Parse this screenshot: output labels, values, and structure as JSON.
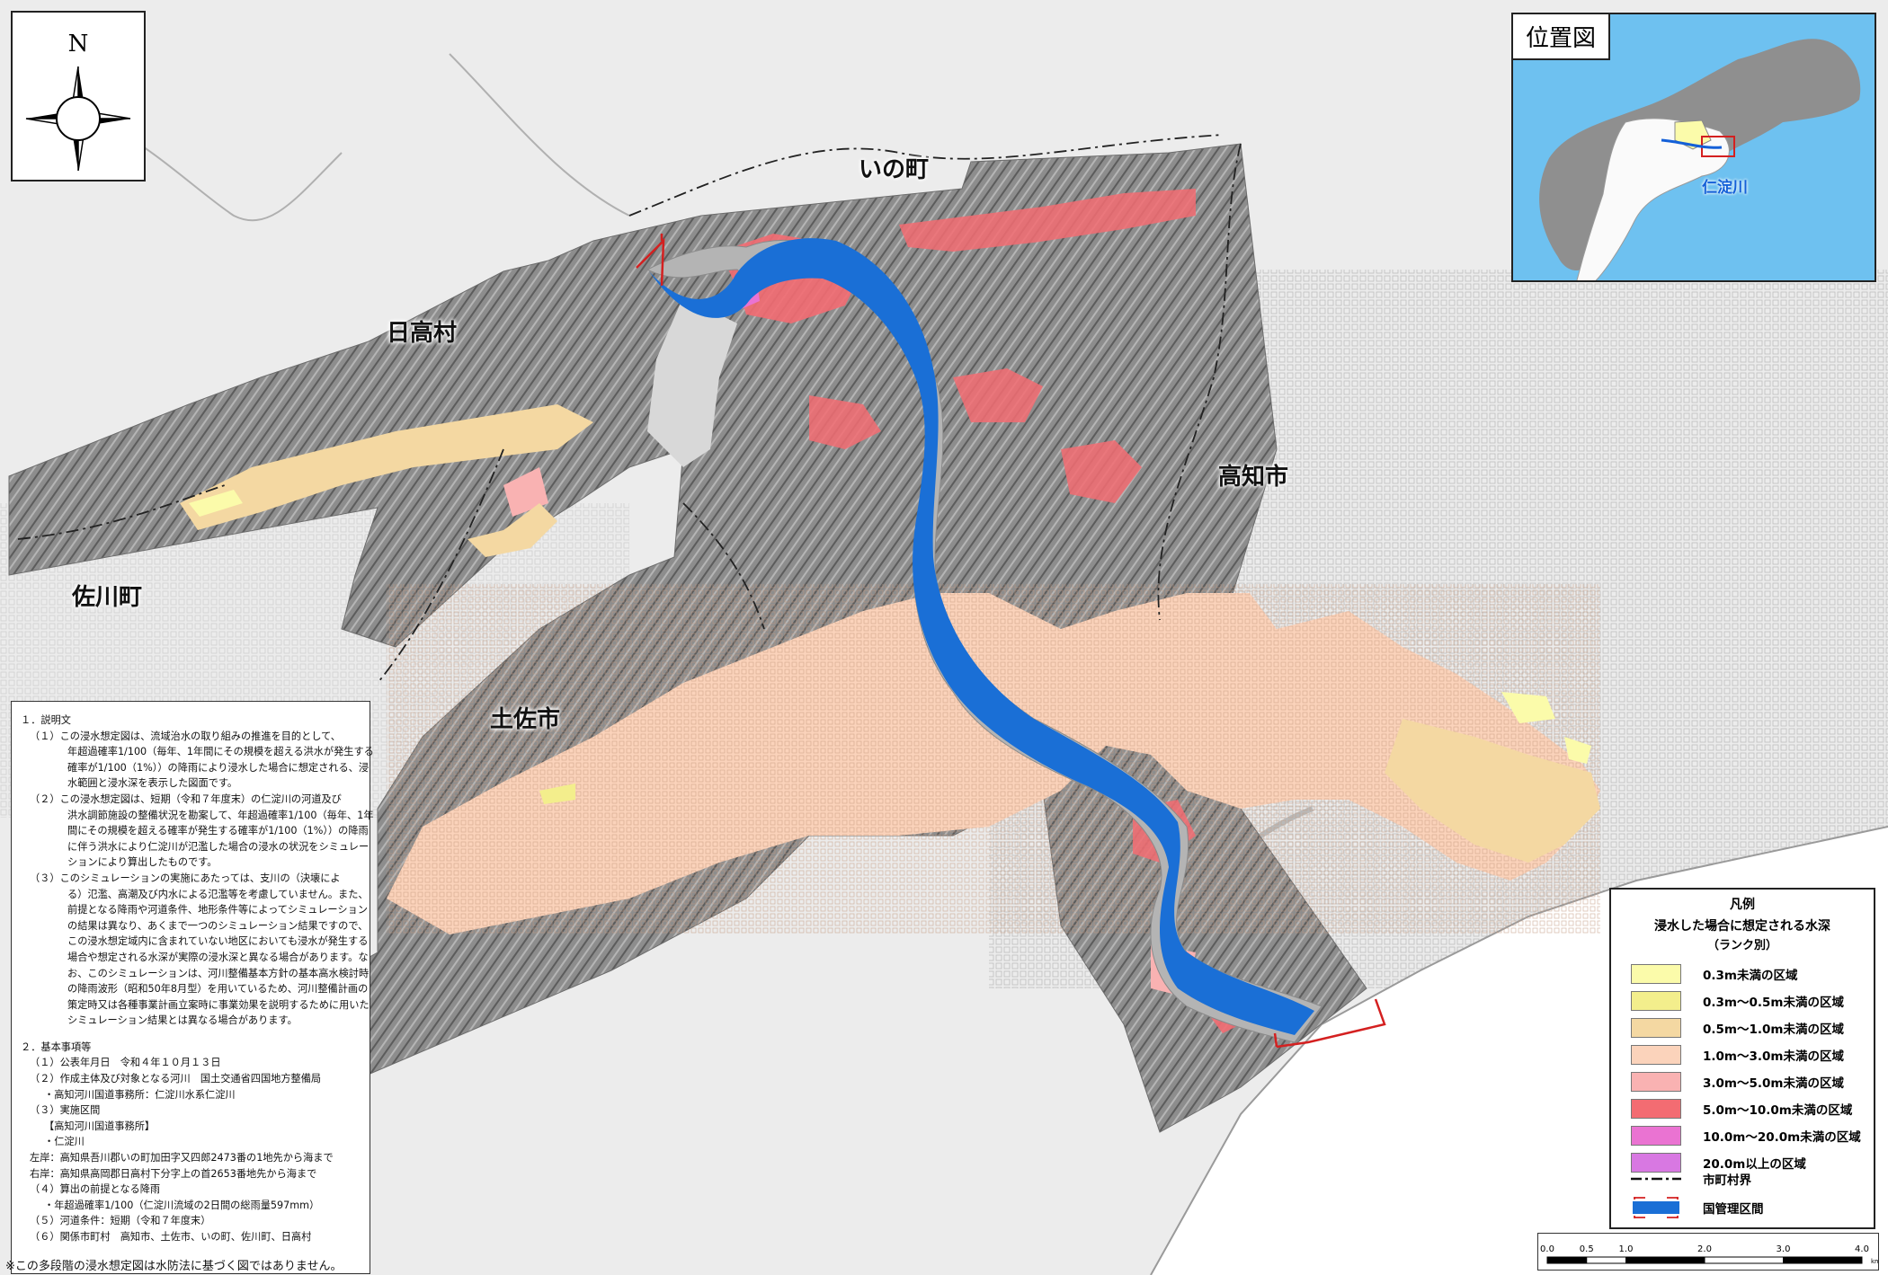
{
  "colors": {
    "base_map": "#ececec",
    "hillshade": "#8e8e8e",
    "river_blue": "#1a6fd6",
    "sea": "#ffffff",
    "boundary_red": "#d42020"
  },
  "place_labels": {
    "ino": "いの町",
    "hidaka": "日高村",
    "kochi": "高知市",
    "sakawa": "佐川町",
    "tosa": "土佐市"
  },
  "north_arrow": {
    "letter": "N",
    "icon": "compass-rose-icon"
  },
  "inset": {
    "title": "位置図",
    "river_label": "仁淀川"
  },
  "legend": {
    "title": "凡例",
    "subtitle": "浸水した場合に想定される水深",
    "subtitle2": "（ランク別）",
    "items": [
      {
        "label": "0.3m未満の区域",
        "color": "#fbfbaa"
      },
      {
        "label": "0.3m～0.5m未満の区域",
        "color": "#f3ee8c"
      },
      {
        "label": "0.5m～1.0m未満の区域",
        "color": "#f4d8a2"
      },
      {
        "label": "1.0m～3.0m未満の区域",
        "color": "#fbd3bb"
      },
      {
        "label": "3.0m～5.0m未満の区域",
        "color": "#f9b2b2"
      },
      {
        "label": "5.0m～10.0m未満の区域",
        "color": "#f36c72"
      },
      {
        "label": "10.0m～20.0m未満の区域",
        "color": "#ea73d2"
      },
      {
        "label": "20.0m以上の区域",
        "color": "#d878e2"
      }
    ],
    "boundary_label": "市町村界",
    "managed_label": "国管理区間"
  },
  "scale_bar": {
    "ticks": [
      "0.0",
      "0.5",
      "1.0",
      "2.0",
      "3.0",
      "4.0"
    ],
    "unit": "km"
  },
  "notes": {
    "lines": [
      {
        "text": "１．説明文",
        "indent": 0
      },
      {
        "text": "（１）この浸水想定図は、流域治水の取り組みの推進を目的として、",
        "indent": 1
      },
      {
        "text": "年超過確率1/100（毎年、1年間にその規模を超える洪水が発生する",
        "indent": 2
      },
      {
        "text": "確率が1/100（1%））の降雨により浸水した場合に想定される、浸",
        "indent": 2
      },
      {
        "text": "水範囲と浸水深を表示した図面です。",
        "indent": 2
      },
      {
        "text": "（２）この浸水想定図は、短期（令和７年度末）の仁淀川の河道及び",
        "indent": 1
      },
      {
        "text": "洪水調節施設の整備状況を勘案して、年超過確率1/100（毎年、1年",
        "indent": 2
      },
      {
        "text": "間にその規模を超える確率が発生する確率が1/100（1%））の降雨",
        "indent": 2
      },
      {
        "text": "に伴う洪水により仁淀川が氾濫した場合の浸水の状況をシミュレー",
        "indent": 2
      },
      {
        "text": "ションにより算出したものです。",
        "indent": 2
      },
      {
        "text": "（３）このシミュレーションの実施にあたっては、支川の（決壊によ",
        "indent": 1
      },
      {
        "text": "る）氾濫、高潮及び内水による氾濫等を考慮していません。また、",
        "indent": 2
      },
      {
        "text": "前提となる降雨や河道条件、地形条件等によってシミュレーション",
        "indent": 2
      },
      {
        "text": "の結果は異なり、あくまで一つのシミュレーション結果ですので、",
        "indent": 2
      },
      {
        "text": "この浸水想定域内に含まれていない地区においても浸水が発生する",
        "indent": 2
      },
      {
        "text": "場合や想定される水深が実際の浸水深と異なる場合があります。な",
        "indent": 2
      },
      {
        "text": "お、このシミュレーションは、河川整備基本方針の基本高水検討時",
        "indent": 2
      },
      {
        "text": "の降雨波形（昭和50年8月型）を用いているため、河川整備計画の",
        "indent": 2
      },
      {
        "text": "策定時又は各種事業計画立案時に事業効果を説明するために用いた",
        "indent": 2
      },
      {
        "text": "シミュレーション結果とは異なる場合があります。",
        "indent": 2
      },
      {
        "text": "",
        "indent": -1
      },
      {
        "text": "２．基本事項等",
        "indent": 0
      },
      {
        "text": "（１）公表年月日　令和４年１０月１３日",
        "indent": 1
      },
      {
        "text": "（２）作成主体及び対象となる河川　国土交通省四国地方整備局",
        "indent": 1
      },
      {
        "text": "・高知河川国道事務所：仁淀川水系仁淀川",
        "indent": 3
      },
      {
        "text": "（３）実施区間",
        "indent": 1
      },
      {
        "text": "【高知河川国道事務所】",
        "indent": 3
      },
      {
        "text": "・仁淀川",
        "indent": 3
      },
      {
        "text": "左岸：高知県吾川郡いの町加田字又四郎2473番の1地先から海まで",
        "indent": 1
      },
      {
        "text": "右岸：高知県高岡郡日高村下分字上の首2653番地先から海まで",
        "indent": 1
      },
      {
        "text": "（４）算出の前提となる降雨",
        "indent": 1
      },
      {
        "text": "・年超過確率1/100（仁淀川流域の2日間の総雨量597mm）",
        "indent": 3
      },
      {
        "text": "（５）河道条件：短期（令和７年度末）",
        "indent": 1
      },
      {
        "text": "（６）関係市町村　高知市、土佐市、いの町、佐川町、日高村",
        "indent": 1
      }
    ],
    "footnote": "※この多段階の浸水想定図は水防法に基づく図ではありません。"
  }
}
